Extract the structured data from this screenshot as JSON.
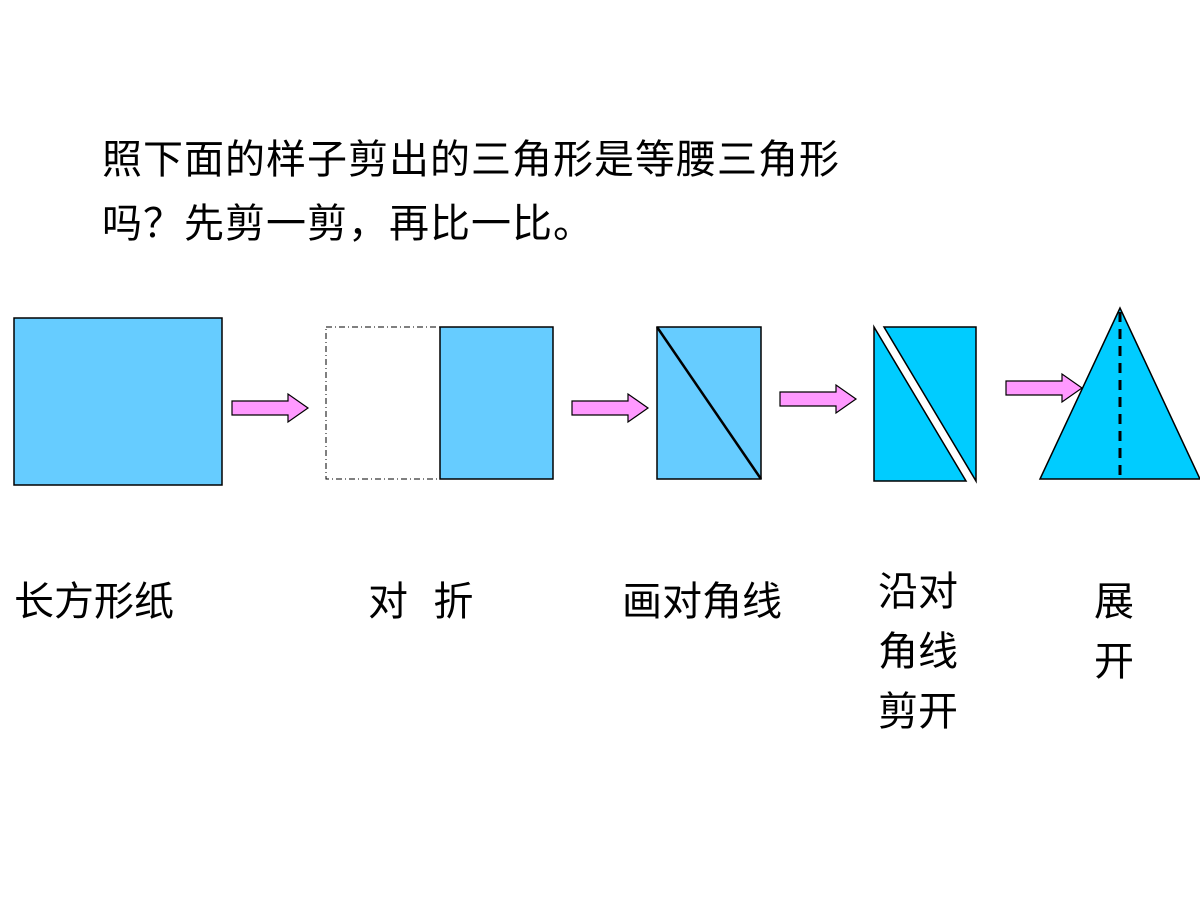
{
  "question": {
    "line1": "照下面的样子剪出的三角形是等腰三角形",
    "line2": "吗？先剪一剪，再比一比。"
  },
  "steps": [
    {
      "lines": [
        "长方形纸"
      ]
    },
    {
      "lines": [
        "对  折"
      ]
    },
    {
      "lines": [
        "画对角线"
      ]
    },
    {
      "lines": [
        "沿对",
        "角线",
        "剪开"
      ]
    },
    {
      "lines": [
        "展",
        "开"
      ]
    }
  ],
  "colors": {
    "paper_light": "#66ccff",
    "paper_bright": "#00ccff",
    "arrow_fill": "#ff99ff",
    "outline": "#000000"
  }
}
